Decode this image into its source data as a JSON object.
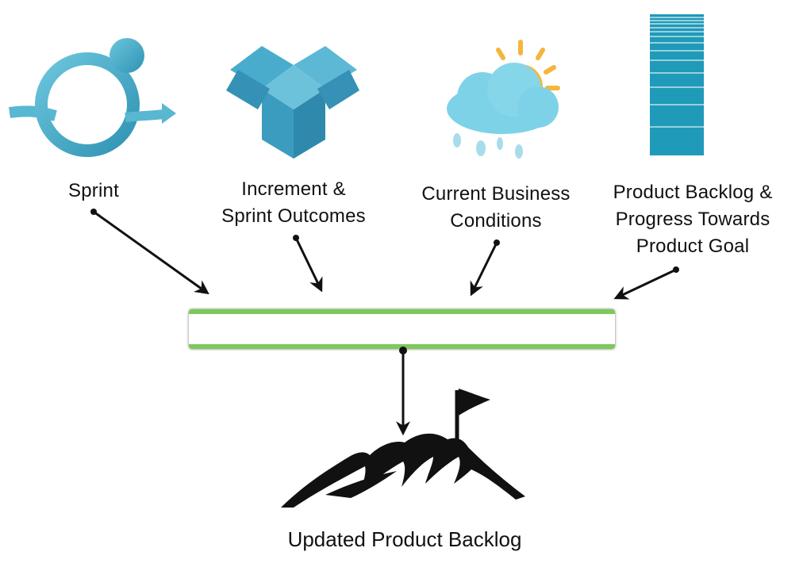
{
  "inputs": [
    {
      "label": "Sprint",
      "icon": "sprint-cycle-icon"
    },
    {
      "label": "Increment &\nSprint Outcomes",
      "icon": "open-box-icon"
    },
    {
      "label": "Current Business\nConditions",
      "icon": "weather-cloud-icon"
    },
    {
      "label": "Product Backlog &\nProgress Towards\nProduct Goal",
      "icon": "backlog-stack-icon"
    }
  ],
  "output": {
    "label": "Updated Product Backlog",
    "icon": "mountain-flag-icon"
  },
  "colors": {
    "teal": "#3aa7c4",
    "box": "#3d9fc0",
    "cloud": "#7ed2e8",
    "sun": "#f4b63d",
    "backlog": "#1f9ab8",
    "bar_border": "#7dc85a",
    "arrow": "#111111"
  }
}
